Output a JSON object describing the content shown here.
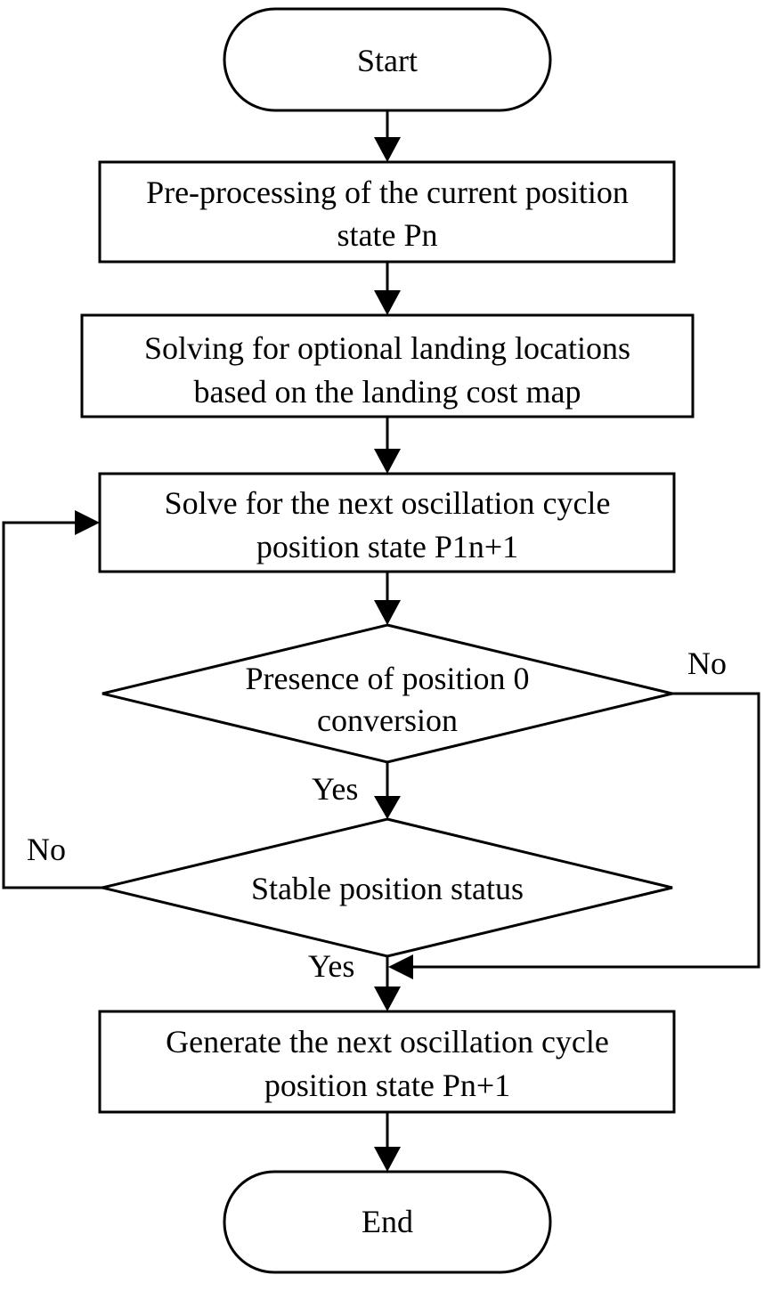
{
  "flowchart": {
    "start": {
      "label": "Start"
    },
    "preprocess": {
      "line1": "Pre-processing of the current position",
      "line2": "state Pn"
    },
    "solve_landing": {
      "line1": "Solving for optional landing locations",
      "line2": "based on the landing cost map"
    },
    "solve_next": {
      "line1": "Solve for the next oscillation cycle",
      "line2": "position state P1n+1"
    },
    "decision_conversion": {
      "line1": "Presence of position 0",
      "line2": "conversion",
      "yes_label": "Yes",
      "no_label": "No"
    },
    "decision_stable": {
      "line1": "Stable position status",
      "yes_label": "Yes",
      "no_label": "No"
    },
    "generate": {
      "line1": "Generate the next oscillation cycle",
      "line2": "position state Pn+1"
    },
    "end": {
      "label": "End"
    }
  },
  "colors": {
    "stroke": "#000000",
    "fill": "#ffffff",
    "text": "#000000"
  }
}
